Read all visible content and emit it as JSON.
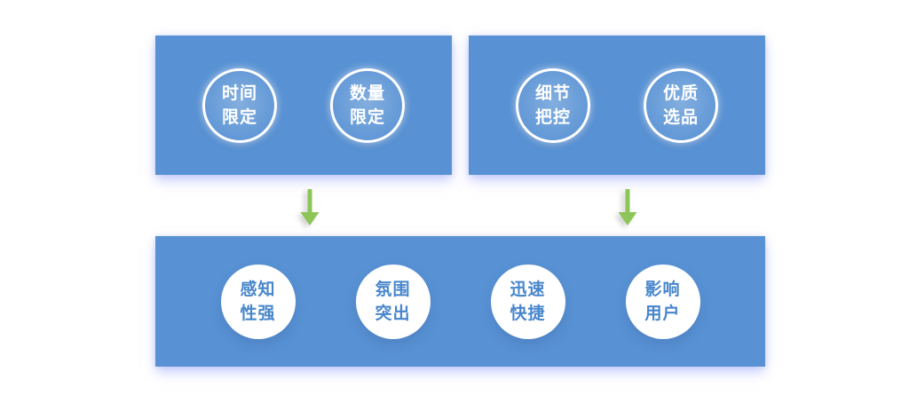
{
  "panels": {
    "top_left": {
      "circles": [
        {
          "label": "时间\n限定"
        },
        {
          "label": "数量\n限定"
        }
      ]
    },
    "top_right": {
      "circles": [
        {
          "label": "细节\n把控"
        },
        {
          "label": "优质\n选品"
        }
      ]
    },
    "bottom": {
      "circles": [
        {
          "label": "感知\n性强"
        },
        {
          "label": "氛围\n突出"
        },
        {
          "label": "迅速\n快捷"
        },
        {
          "label": "影响\n用户"
        }
      ]
    }
  },
  "icons": {
    "arrow_left": "down-arrow",
    "arrow_right": "down-arrow"
  },
  "colors": {
    "panel_blue": "#5892d4",
    "arrow_green": "#8dc558",
    "circle_text_blue": "#4886cb",
    "glow": "#aab4f6"
  }
}
